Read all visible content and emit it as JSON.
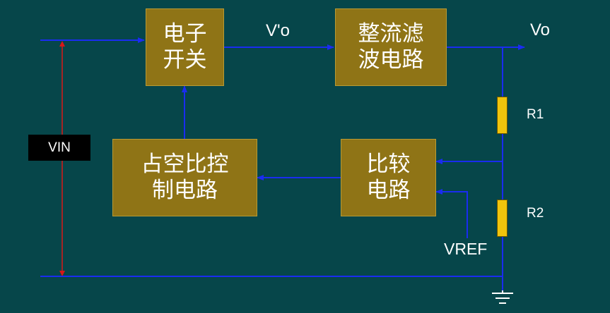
{
  "blocks": {
    "switch": {
      "line1": "电子",
      "line2": "开关"
    },
    "rectifier": {
      "line1": "整流滤",
      "line2": "波电路"
    },
    "duty_control": {
      "line1": "占空比控",
      "line2": "制电路"
    },
    "comparator": {
      "line1": "比较",
      "line2": "电路"
    }
  },
  "labels": {
    "vin": "VIN",
    "v_prime_o": "V'o",
    "v_o": "Vo",
    "r1": "R1",
    "r2": "R2",
    "vref": "VREF"
  },
  "colors": {
    "background": "#06464a",
    "block_fill": "#8f7416",
    "wire": "#1a2cf0",
    "vin_arrow": "#d81818",
    "resistor": "#f0c40c",
    "ground": "#ffffff"
  }
}
